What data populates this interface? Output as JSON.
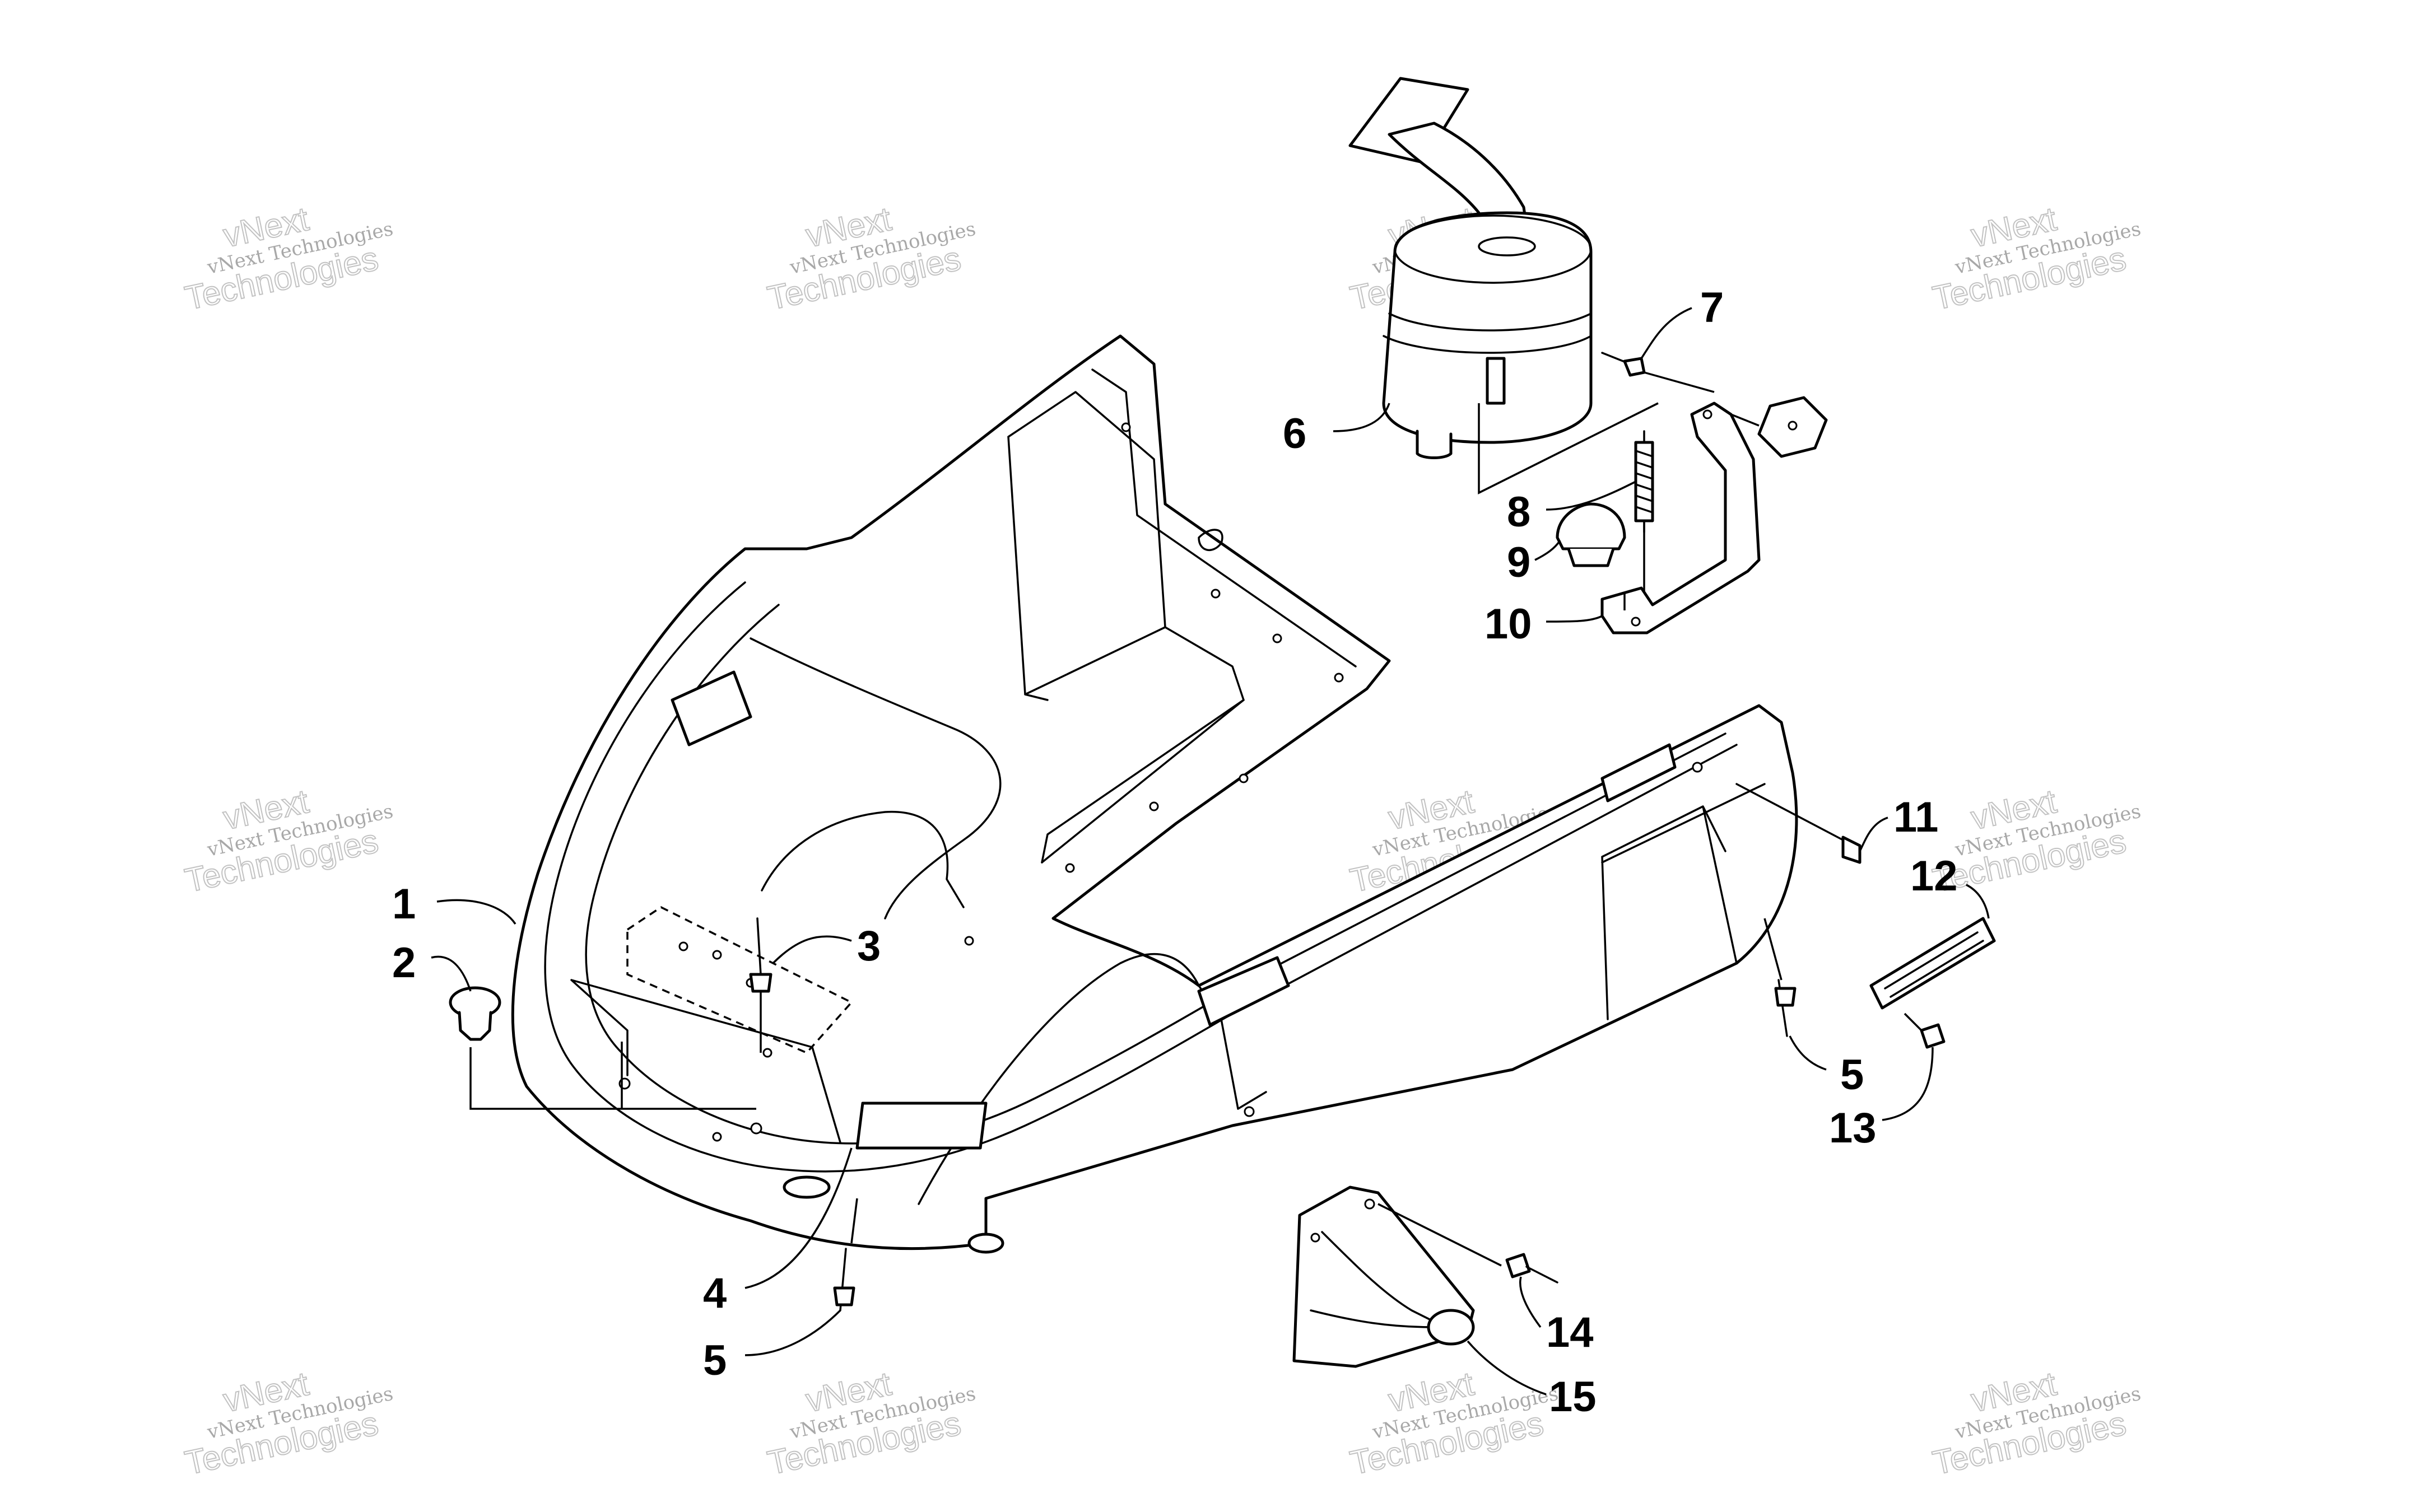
{
  "callouts": {
    "c1": "1",
    "c2": "2",
    "c3": "3",
    "c4": "4",
    "c5a": "5",
    "c5b": "5",
    "c6": "6",
    "c7": "7",
    "c8": "8",
    "c9": "9",
    "c10": "10",
    "c11": "11",
    "c12": "12",
    "c13": "13",
    "c14": "14",
    "c15": "15"
  },
  "watermark": {
    "line1": "vNext Technologies",
    "line2a": "vNext",
    "line2b": "Technologies"
  },
  "colors": {
    "ink": "#000000",
    "watermark": "#9a9a9a",
    "background": "#ffffff"
  }
}
